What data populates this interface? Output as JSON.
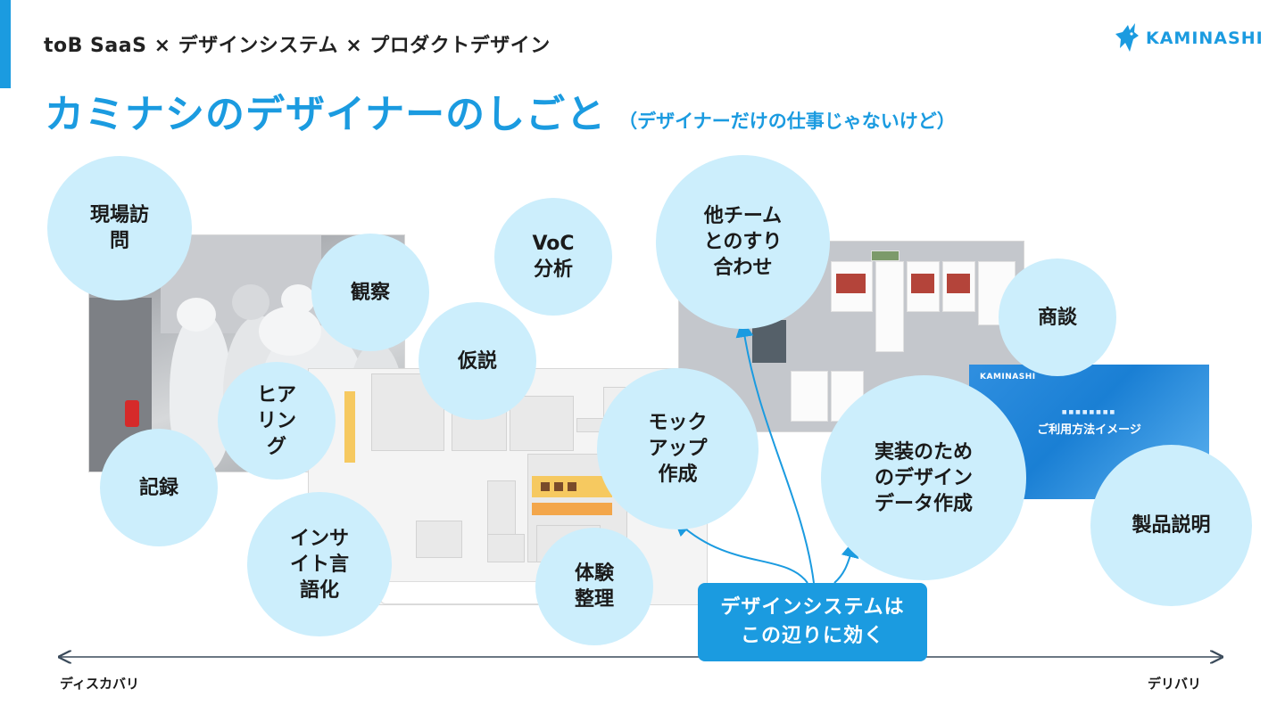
{
  "header": {
    "kicker": "toB SaaS × デザインシステム × プロダクトデザイン",
    "title": "カミナシのデザイナーのしごと",
    "subtitle": "（デザイナーだけの仕事じゃないけど）",
    "logo_text": "KAMINASHI",
    "accent_color": "#1b9be0"
  },
  "bubbles": [
    {
      "label": "現場訪\n問"
    },
    {
      "label": "観察"
    },
    {
      "label": "ヒア\nリン\nグ"
    },
    {
      "label": "記録"
    },
    {
      "label": "インサ\nイト言\n語化"
    },
    {
      "label": "VoC\n分析"
    },
    {
      "label": "仮説"
    },
    {
      "label": "体験\n整理"
    },
    {
      "label": "モック\nアップ\n作成"
    },
    {
      "label": "他チーム\nとのすり\n合わせ"
    },
    {
      "label": "実装のため\nのデザイン\nデータ作成"
    },
    {
      "label": "商談"
    },
    {
      "label": "製品説明"
    }
  ],
  "deck": {
    "logo": "KAMINASHI",
    "title": "ご利用方法イメージ"
  },
  "callout": {
    "text": "デザインシステムは\nこの辺りに効く"
  },
  "axis": {
    "left_label": "ディスカバリ",
    "right_label": "デリバリ"
  },
  "colors": {
    "bubble": "#cceefc",
    "callout": "#1b9be0"
  }
}
